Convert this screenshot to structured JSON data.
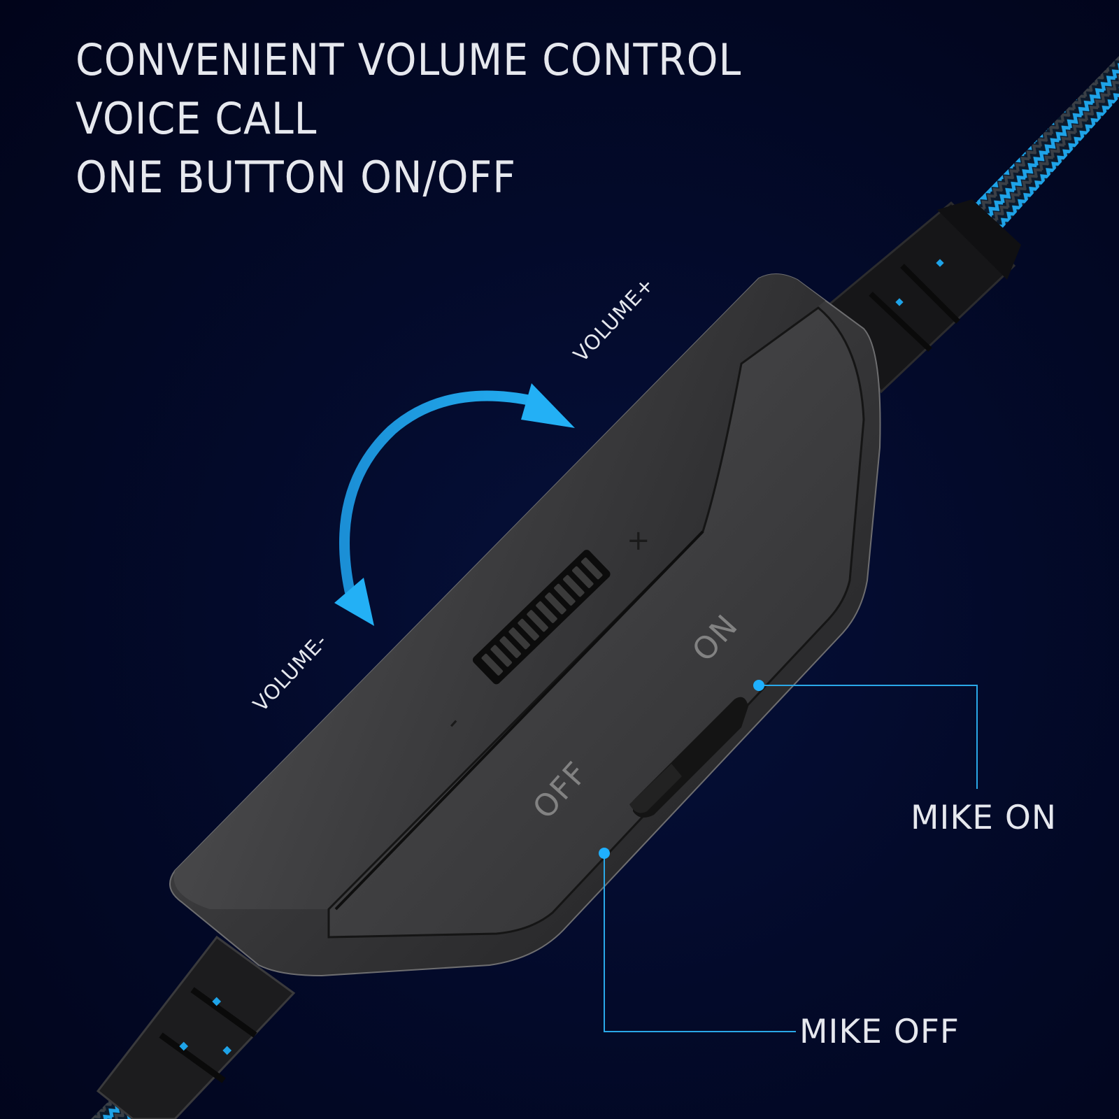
{
  "headline": {
    "lines": [
      "CONVENIENT VOLUME CONTROL",
      "VOICE CALL",
      "ONE BUTTON ON/OFF"
    ]
  },
  "volume_wheel": {
    "plus_label": "VOLUME+",
    "minus_label": "VOLUME-",
    "plus_sign": "+",
    "minus_sign": "-",
    "arrow_icon": "curved-double-arrow-icon"
  },
  "mic_switch": {
    "on_engraving": "ON",
    "off_engraving": "OFF",
    "on_callout": "MIKE ON",
    "off_callout": "MIKE OFF"
  },
  "colors": {
    "background": "#02061e",
    "accent_blue": "#1ea3e8",
    "callout_dot": "#1fb0ff",
    "text": "#e6e8ee",
    "body_gray": "#3a3a3c"
  }
}
